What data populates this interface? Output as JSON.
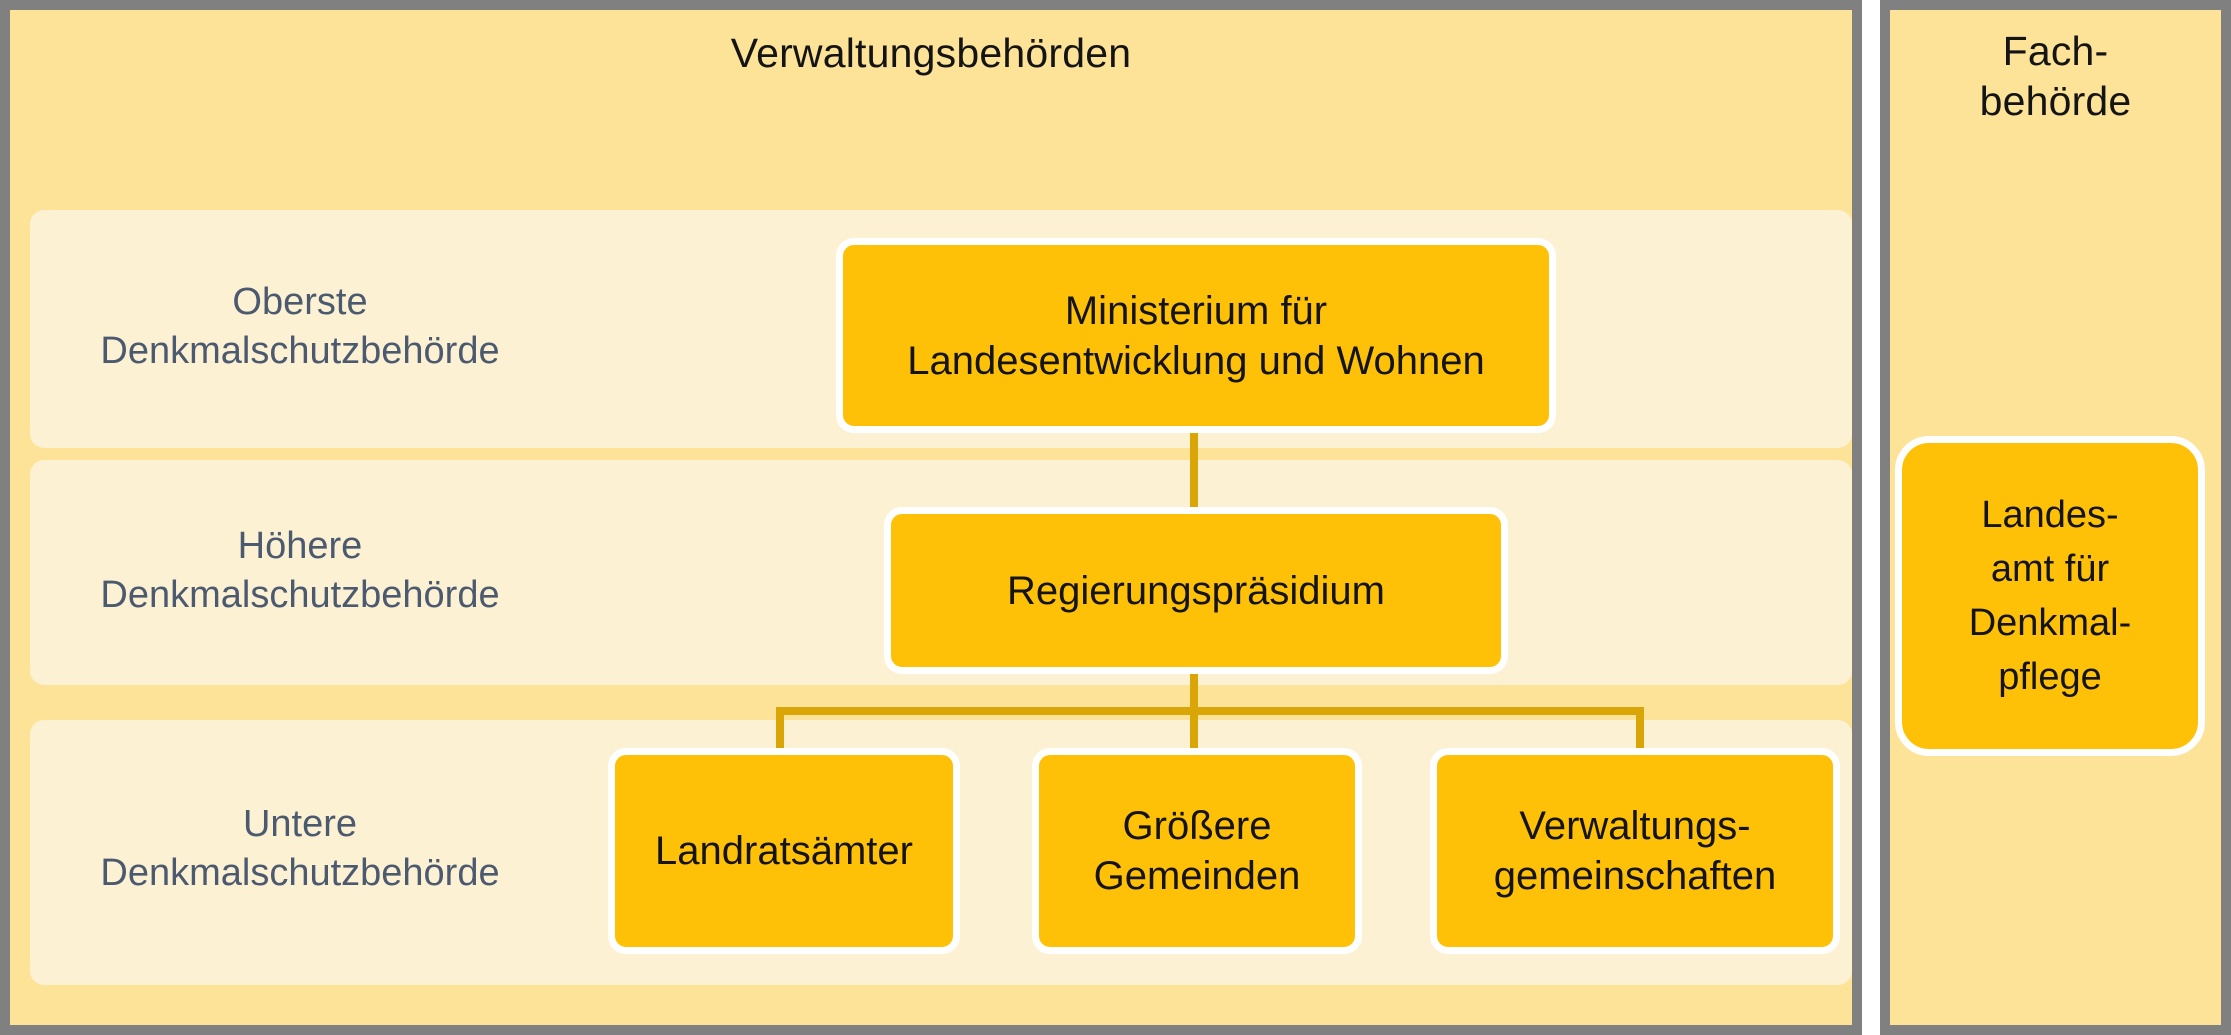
{
  "diagram": {
    "panels": {
      "administrative": {
        "title": "Verwaltungsbehörden",
        "tiers": [
          {
            "label": "Oberste\nDenkmalschutzbehörde",
            "nodes": [
              "Ministerium für\nLandesentwicklung und Wohnen"
            ]
          },
          {
            "label": "Höhere\nDenkmalschutzbehörde",
            "nodes": [
              "Regierungspräsidium"
            ]
          },
          {
            "label": "Untere\nDenkmalschutzbehörde",
            "nodes": [
              "Landratsämter",
              "Größere\nGemeinden",
              "Verwaltungs-\ngemeinschaften"
            ]
          }
        ],
        "nodes": {
          "ministerium": "Ministerium für\nLandesentwicklung und Wohnen",
          "regierungspraesidium": "Regierungspräsidium",
          "landratsaemter": "Landratsämter",
          "groessere_gemeinden": "Größere\nGemeinden",
          "verwaltungsgemeinschaften": "Verwaltungs-\ngemeinschaften"
        }
      },
      "specialist": {
        "title": "Fach-\nbehörde",
        "nodes": {
          "landesamt": "Landes-\namt für\nDenkmal-\npflege"
        }
      }
    },
    "colors": {
      "frame_border": "#808080",
      "panel_background": "#fce397",
      "tier_band_background": "#fdf1d4",
      "node_fill": "#ffc107",
      "node_border": "#ffffff",
      "connector_line": "#d9a507",
      "tier_label_text": "#4c5a70",
      "node_text": "#141414"
    }
  }
}
